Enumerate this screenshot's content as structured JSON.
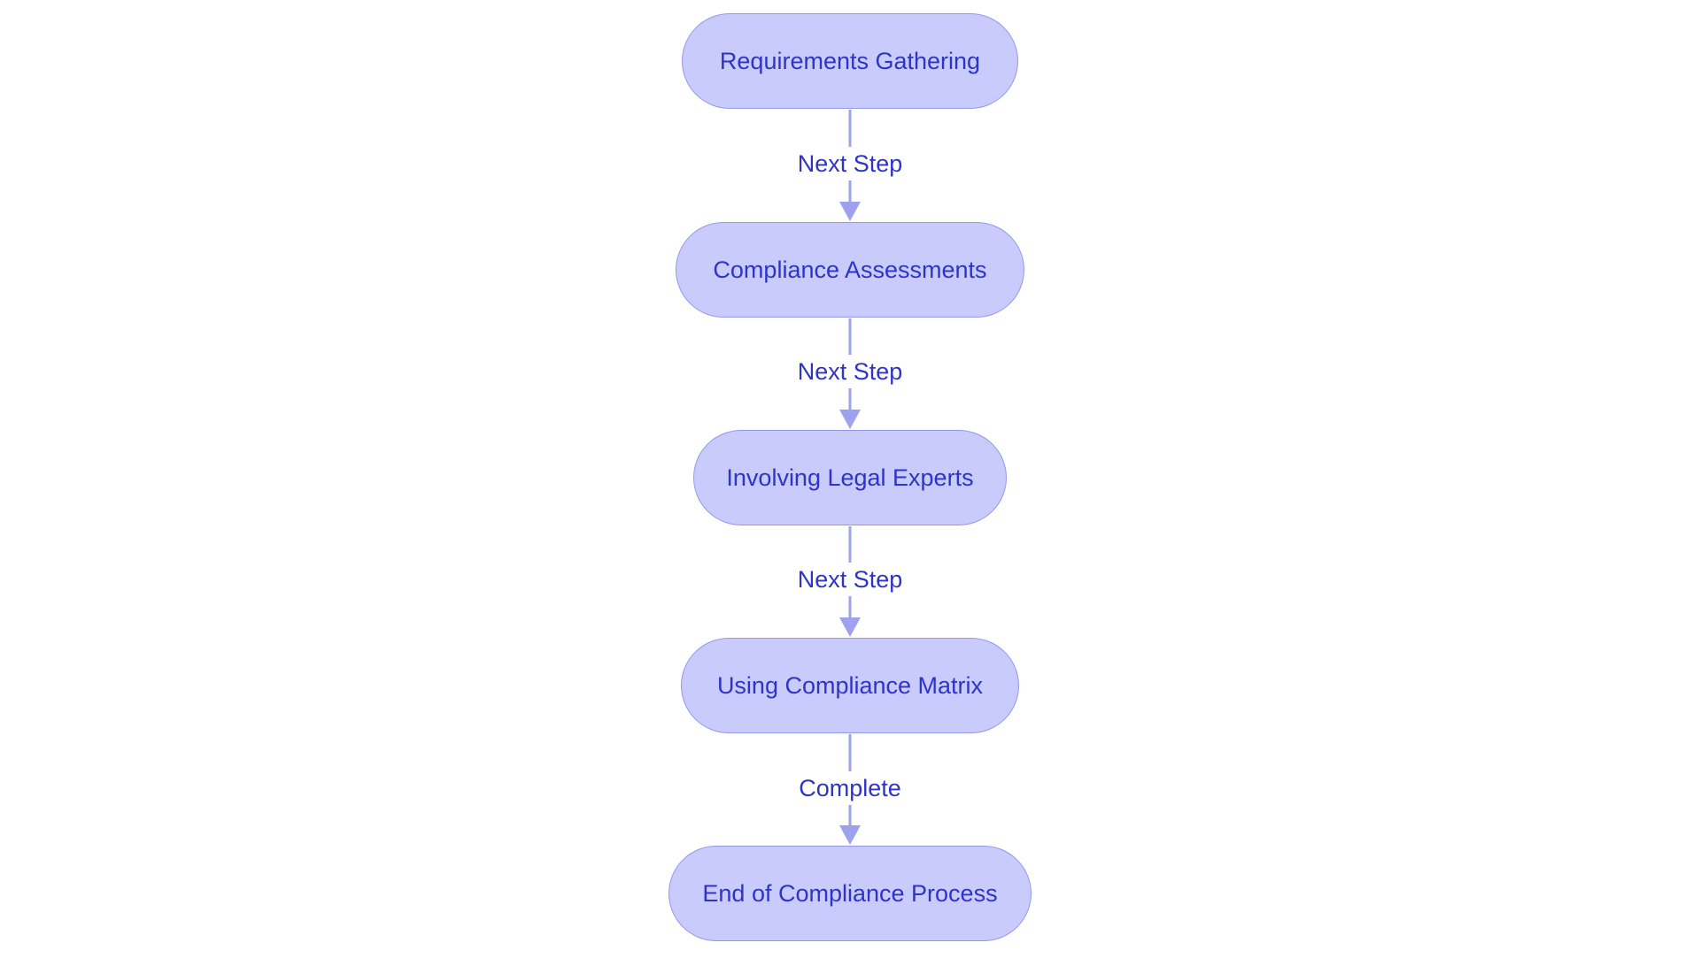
{
  "flow": {
    "nodes": [
      {
        "label": "Requirements Gathering"
      },
      {
        "label": "Compliance Assessments"
      },
      {
        "label": "Involving Legal Experts"
      },
      {
        "label": "Using Compliance Matrix"
      },
      {
        "label": "End of Compliance Process"
      }
    ],
    "edges": [
      {
        "label": "Next Step"
      },
      {
        "label": "Next Step"
      },
      {
        "label": "Next Step"
      },
      {
        "label": "Complete"
      }
    ]
  },
  "colors": {
    "node_fill": "#c9cbfd",
    "node_border": "#9397ee",
    "text": "#2e34c7",
    "edge": "#9ea1ee",
    "background": "#ffffff"
  }
}
